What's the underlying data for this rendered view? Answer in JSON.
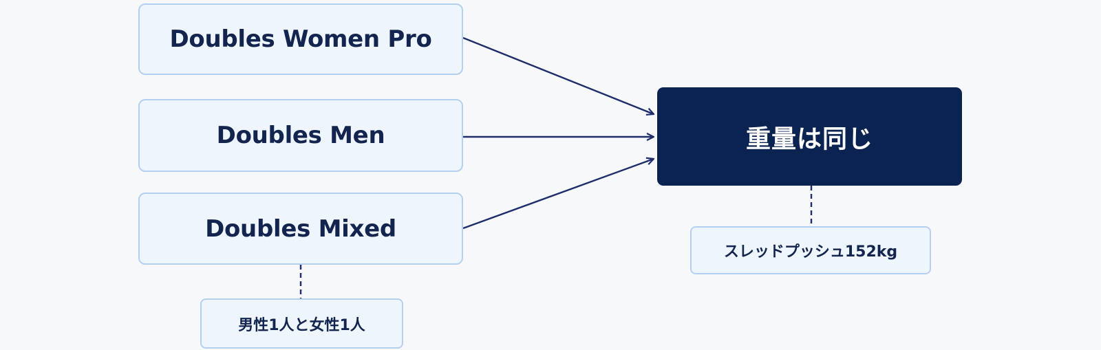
{
  "categories": [
    {
      "label": "Doubles Women Pro"
    },
    {
      "label": "Doubles Men"
    },
    {
      "label": "Doubles Mixed"
    }
  ],
  "mixed_note": "男性1人と女性1人",
  "result": {
    "label": "重量は同じ",
    "note": "スレッドプッシュ152kg"
  },
  "colors": {
    "box_fill": "#eef5fd",
    "box_border": "#b3d0f0",
    "text_dark": "#13254e",
    "result_fill": "#0b2350",
    "result_text": "#ffffff",
    "connector": "#1e2d6b"
  }
}
